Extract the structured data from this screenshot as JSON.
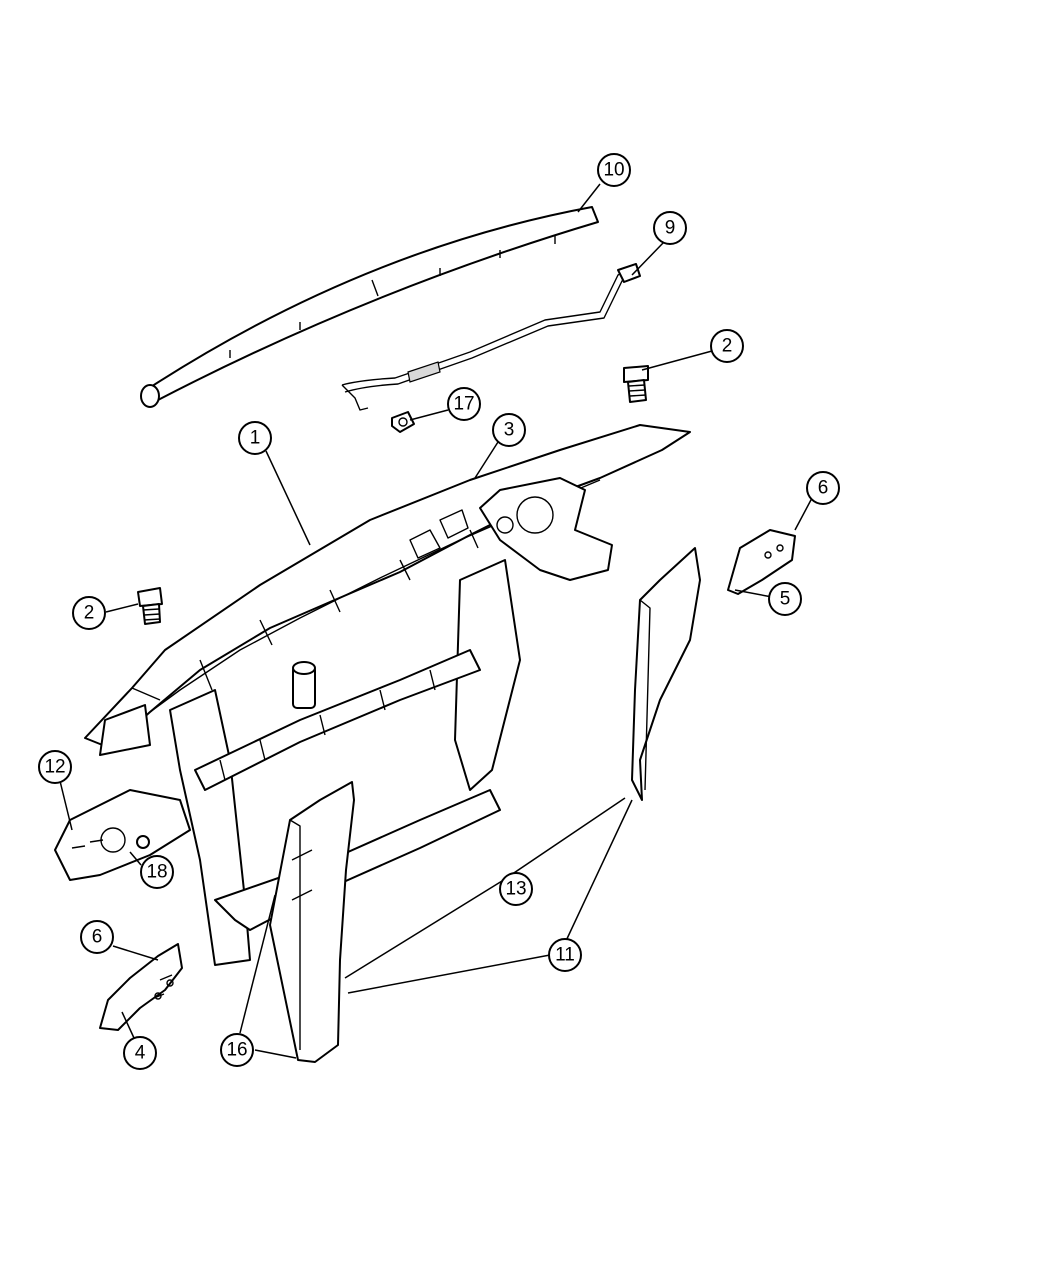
{
  "callouts": [
    {
      "id": "c10",
      "label": "10"
    },
    {
      "id": "c9",
      "label": "9"
    },
    {
      "id": "c2a",
      "label": "2"
    },
    {
      "id": "c17",
      "label": "17"
    },
    {
      "id": "c3",
      "label": "3"
    },
    {
      "id": "c1",
      "label": "1"
    },
    {
      "id": "c6a",
      "label": "6"
    },
    {
      "id": "c5",
      "label": "5"
    },
    {
      "id": "c2b",
      "label": "2"
    },
    {
      "id": "c12",
      "label": "12"
    },
    {
      "id": "c18",
      "label": "18"
    },
    {
      "id": "c13",
      "label": "13"
    },
    {
      "id": "c11",
      "label": "11"
    },
    {
      "id": "c6b",
      "label": "6"
    },
    {
      "id": "c16",
      "label": "16"
    },
    {
      "id": "c4",
      "label": "4"
    }
  ]
}
